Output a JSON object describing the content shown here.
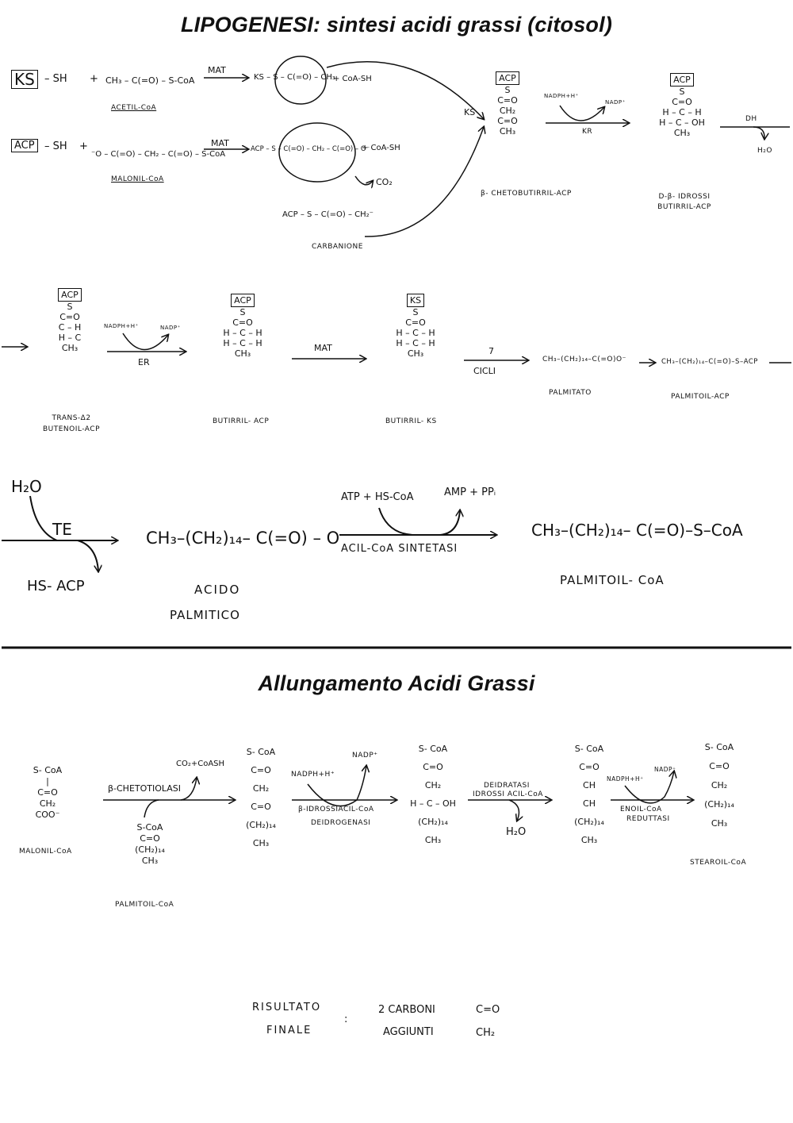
{
  "lipogenesis": {
    "title": "LIPOGENESI: sintesi acidi grassi (citosol)",
    "step1": {
      "ks": "KS",
      "sh": "– SH",
      "plus": "+",
      "acetyl_formula": "CH₃ – C(=O) – S-CoA",
      "acetyl_label": "ACETIL-CoA",
      "mat": "MAT",
      "product": "KS – S – C(=O) – CH₃",
      "coash": "+ CoA-SH"
    },
    "step2": {
      "acp": "ACP",
      "sh": "– SH",
      "plus": "+",
      "malonyl_formula": "⁻O – C(=O) – CH₂ – C(=O) – S-CoA",
      "malonyl_label": "MALONIL-CoA",
      "mat": "MAT",
      "product": "ACP – S – C(=O) – CH₂ – C(=O) – O⁻",
      "coash": "+ CoA-SH",
      "co2": "CO₂",
      "carbanion": "ACP – S – C(=O) – CH₂⁻",
      "carbanion_label": "CARBANIONE"
    },
    "ks_label": "KS",
    "ketobutyryl": {
      "head": "ACP",
      "lines": [
        "S",
        "C=O",
        "CH₂",
        "C=O",
        "CH₃"
      ],
      "label": "β- CHETOBUTIRRIL-ACP"
    },
    "kr": {
      "in": "NADPH+H⁺",
      "out": "NADP⁺",
      "enzyme": "KR"
    },
    "hydroxybutyryl": {
      "head": "ACP",
      "lines": [
        "S",
        "C=O",
        "H – C – H",
        "H – C – OH",
        "CH₃"
      ],
      "label": "D-β- IDROSSI BUTIRRIL-ACP"
    },
    "dh": {
      "enzyme": "DH",
      "out": "H₂O"
    },
    "butenoyl": {
      "head": "ACP",
      "lines": [
        "S",
        "C=O",
        "C – H",
        "H – C",
        "CH₃"
      ],
      "label": "TRANS-Δ2 BUTENOIL-ACP"
    },
    "er": {
      "in": "NADPH+H⁺",
      "out": "NADP⁺",
      "enzyme": "ER"
    },
    "butyryl_acp": {
      "head": "ACP",
      "lines": [
        "S",
        "C=O",
        "H – C – H",
        "H – C – H",
        "CH₃"
      ],
      "label": "BUTIRRIL- ACP"
    },
    "mat2": "MAT",
    "butyryl_ks": {
      "head": "KS",
      "lines": [
        "S",
        "C=O",
        "H – C – H",
        "H – C – H",
        "CH₃"
      ],
      "label": "BUTIRRIL- KS"
    },
    "cycles": {
      "count": "7",
      "label": "CICLI"
    },
    "palmitate": {
      "formula": "CH₃–(CH₂)₁₄–C(=O)O⁻",
      "label": "PALMITATO"
    },
    "palmitoyl_acp": {
      "formula": "CH₃–(CH₂)₁₄–C(=O)–S–ACP",
      "label": "PALMITOIL-ACP"
    },
    "te": {
      "water": "H₂O",
      "enzyme": "TE",
      "out": "HS- ACP"
    },
    "palmitic_acid": {
      "formula": "CH₃–(CH₂)₁₄– C(=O) – O⁻",
      "label1": "ACIDO",
      "label2": "PALMITICO"
    },
    "synthetase": {
      "in": "ATP + HS-CoA",
      "out": "AMP + PPᵢ",
      "enzyme": "ACIL-CoA SINTETASI"
    },
    "palmitoyl_coa": {
      "formula": "CH₃–(CH₂)₁₄– C(=O)–S–CoA",
      "label": "PALMITOIL- CoA"
    }
  },
  "elongation": {
    "title": "Allungamento Acidi Grassi",
    "malonyl": {
      "lines": [
        "S- CoA",
        "C=O",
        "CH₂",
        "COO⁻"
      ],
      "label": "MALONIL-CoA"
    },
    "thiolase": {
      "enzyme": "β-CHETOTIOLASI",
      "out": "CO₂+CoASH"
    },
    "palmitoyl": {
      "lines": [
        "S-CoA",
        "C=O",
        "(CH₂)₁₄",
        "CH₃"
      ],
      "label": "PALMITOIL-CoA"
    },
    "ketoacyl": {
      "lines": [
        "S- CoA",
        "C=O",
        "CH₂",
        "C=O",
        "(CH₂)₁₄",
        "CH₃"
      ]
    },
    "reductase1": {
      "in": "NADPH+H⁺",
      "out": "NADP⁺",
      "enzyme1": "β-IDROSSIACIL-CoA",
      "enzyme2": "DEIDROGENASI"
    },
    "hydroxyacyl": {
      "lines": [
        "S- CoA",
        "C=O",
        "CH₂",
        "H – C – OH",
        "(CH₂)₁₄",
        "CH₃"
      ]
    },
    "dehydratase": {
      "enzyme1": "DEIDRATASI",
      "enzyme2": "IDROSSI ACIL-CoA",
      "out": "H₂O"
    },
    "enoyl": {
      "lines": [
        "S- CoA",
        "C=O",
        "CH",
        "CH",
        "(CH₂)₁₄",
        "CH₃"
      ]
    },
    "reductase2": {
      "in": "NADPH+H⁺",
      "out": "NADP⁺",
      "enzyme1": "ENOIL-CoA",
      "enzyme2": "REDUTTASI"
    },
    "stearoyl": {
      "lines": [
        "S- CoA",
        "C=O",
        "CH₂",
        "(CH₂)₁₄",
        "CH₃"
      ],
      "label": "STEAROIL-CoA"
    },
    "result": {
      "label1": "RISULTATO",
      "label2": "FINALE",
      "colon": ":",
      "desc1": "2 CARBONI",
      "desc2": "AGGIUNTI",
      "formula1": "C=O",
      "formula2": "CH₂"
    }
  }
}
